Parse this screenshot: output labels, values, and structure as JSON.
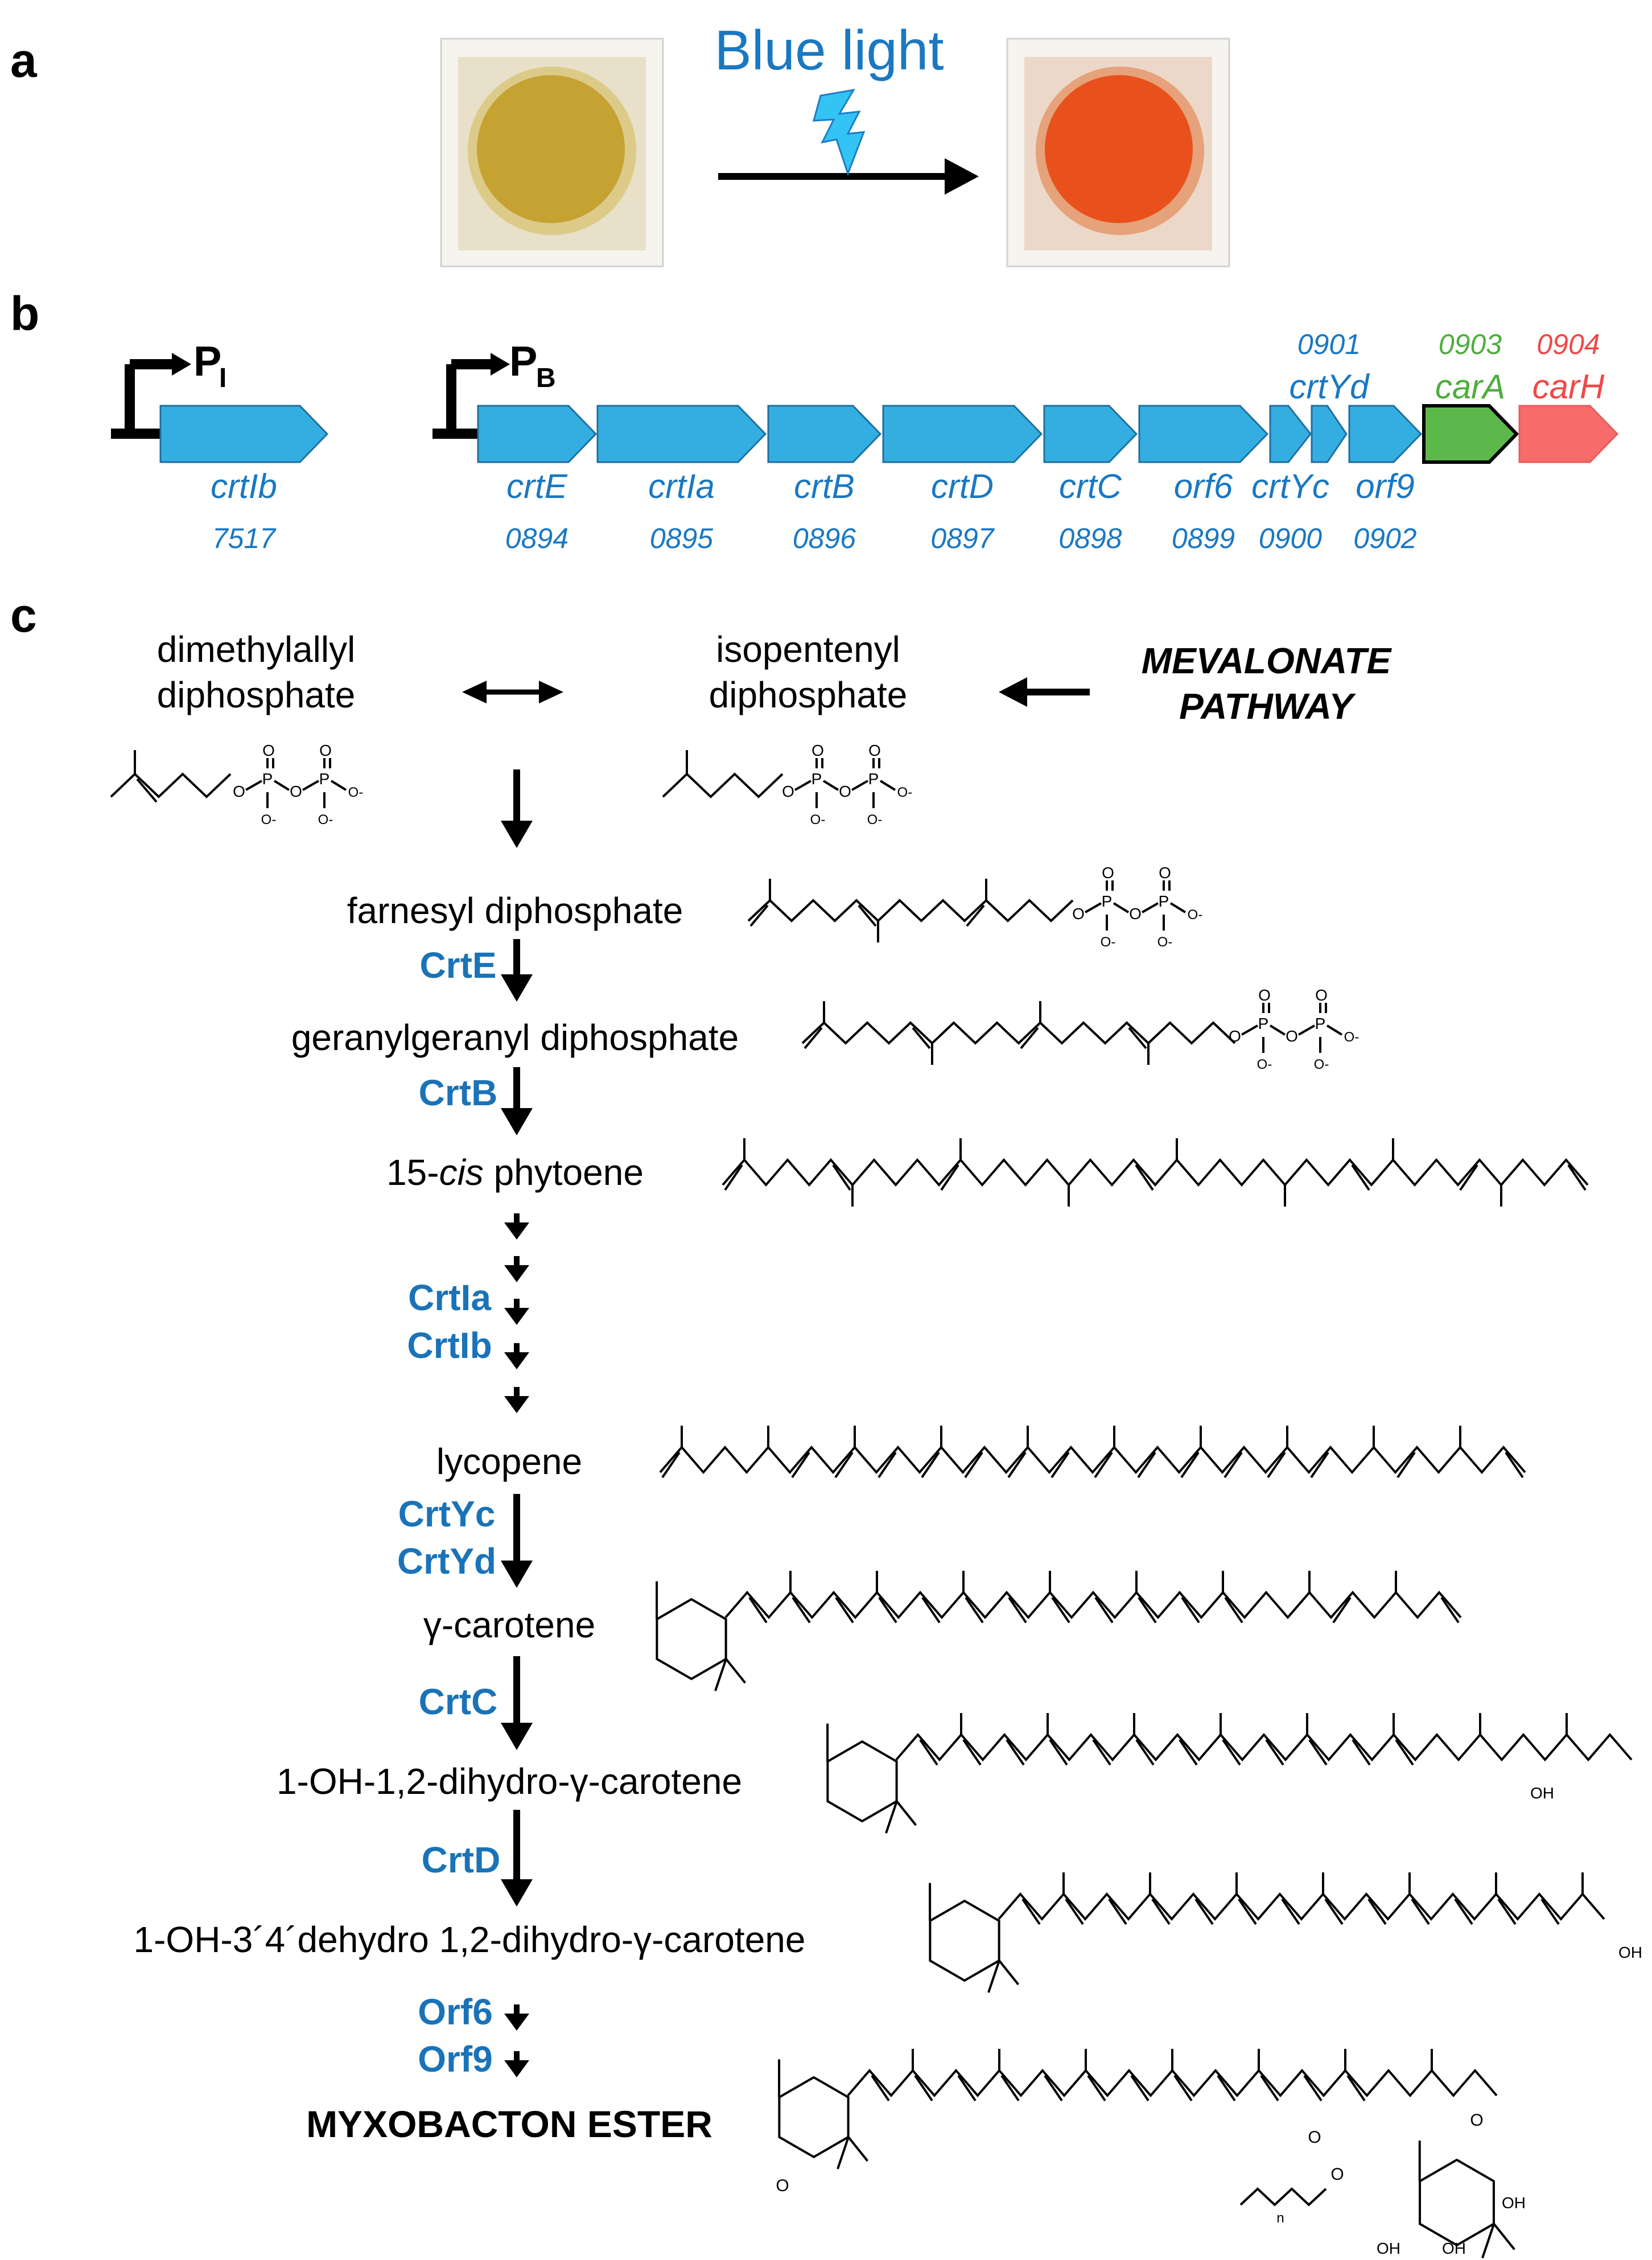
{
  "panels": {
    "a": {
      "label": "a",
      "light_label": "Blue light",
      "left_colony": {
        "fill": "#c6a233",
        "edge": "#dccb88",
        "background": "#e8e0c8"
      },
      "right_colony": {
        "fill": "#e8511c",
        "edge": "#e6a27a",
        "background": "#ecd8c9"
      }
    },
    "b": {
      "label": "b",
      "promoter_i": {
        "main": "P",
        "sub": "I"
      },
      "promoter_b": {
        "main": "P",
        "sub": "B"
      },
      "genes": [
        {
          "name": "crtIb",
          "id": "7517",
          "label_pos": "below",
          "color": "#34aee0"
        },
        {
          "name": "crtE",
          "id": "0894",
          "label_pos": "below",
          "color": "#34aee0"
        },
        {
          "name": "crtIa",
          "id": "0895",
          "label_pos": "below",
          "color": "#34aee0"
        },
        {
          "name": "crtB",
          "id": "0896",
          "label_pos": "below",
          "color": "#34aee0"
        },
        {
          "name": "crtD",
          "id": "0897",
          "label_pos": "below",
          "color": "#34aee0"
        },
        {
          "name": "crtC",
          "id": "0898",
          "label_pos": "below",
          "color": "#34aee0"
        },
        {
          "name": "orf6",
          "id": "0899",
          "label_pos": "below",
          "color": "#34aee0"
        },
        {
          "name": "crtYc",
          "id": "0900",
          "label_pos": "below",
          "color": "#34aee0"
        },
        {
          "name": "crtYd",
          "id": "0901",
          "label_pos": "above",
          "color": "#34aee0"
        },
        {
          "name": "orf9",
          "id": "0902",
          "label_pos": "below",
          "color": "#34aee0"
        },
        {
          "name": "carA",
          "id": "0903",
          "label_pos": "above",
          "color": "#5cb84a"
        },
        {
          "name": "carH",
          "id": "0904",
          "label_pos": "above",
          "color": "#f86b6b"
        }
      ]
    },
    "c": {
      "label": "c",
      "start_left": [
        "dimethylallyl",
        "diphosphate"
      ],
      "start_right": [
        "isopentenyl",
        "diphosphate"
      ],
      "mevalonate": [
        "MEVALONATE",
        "PATHWAY"
      ],
      "compounds": [
        {
          "name": "farnesyl diphosphate"
        },
        {
          "name": "geranylgeranyl diphosphate"
        },
        {
          "name_pre": "15-",
          "name_italic": "cis",
          "name_post": " phytoene"
        },
        {
          "name": "lycopene"
        },
        {
          "name": "γ-carotene"
        },
        {
          "name": "1-OH-1,2-dihydro-γ-carotene"
        },
        {
          "name": "1-OH-3´4´dehydro 1,2-dihydro-γ-carotene"
        },
        {
          "name": "MYXOBACTON ESTER"
        }
      ],
      "enzymes": [
        "CrtE",
        "CrtB",
        "CrtIa",
        "CrtIb",
        "CrtYc",
        "CrtYd",
        "CrtC",
        "CrtD",
        "Orf6",
        "Orf9"
      ],
      "atom_labels": {
        "oxygen": "O",
        "phosphorus": "P",
        "oxide": "O-",
        "hydroxyl": "OH",
        "subscript_n": "n"
      }
    }
  },
  "colors": {
    "gene_blue": "#34aee0",
    "label_blue": "#1a78c2",
    "enzyme_blue": "#1a73b8",
    "green": "#5cb84a",
    "green_text": "#4fae3e",
    "red": "#f86b6b",
    "red_text": "#f04848"
  }
}
